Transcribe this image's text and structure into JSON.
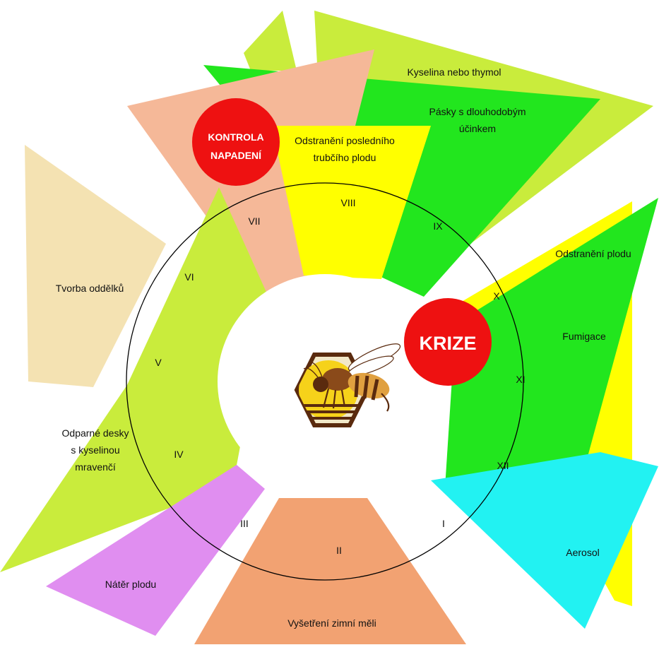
{
  "colors": {
    "lime": "#c9ec3c",
    "green": "#22e61e",
    "yellow": "#ffff00",
    "peach": "#f5b898",
    "beige": "#f4e2b2",
    "violet": "#e08ef0",
    "orange": "#f2a272",
    "cyan": "#22f2f2",
    "red": "#ee1111",
    "circle_line": "#000000"
  },
  "treatments": {
    "kyselina": "Kyselina nebo thymol",
    "pasky_1": "Pásky s dlouhodobým",
    "pasky_2": "účinkem",
    "odstraneni_trubci_1": "Odstranění posledního",
    "odstraneni_trubci_2": "trubčího plodu",
    "odstraneni_plodu": "Odstranění plodu",
    "fumigace": "Fumigace",
    "aerosol": "Aerosol",
    "tvorba": "Tvorba oddělků",
    "odparne_1": "Odparné desky",
    "odparne_2": "s kyselinou",
    "odparne_3": "mravenčí",
    "nater": "Nátěr plodu",
    "vysetreni": "Vyšetření zimní měli"
  },
  "badges": {
    "kontrola_1": "KONTROLA",
    "kontrola_2": "NAPADENÍ",
    "krize": "KRIZE"
  },
  "months": [
    "I",
    "II",
    "III",
    "IV",
    "V",
    "VI",
    "VII",
    "VIII",
    "IX",
    "X",
    "XI",
    "XII"
  ],
  "center_icon": "bee-hexagon-logo-icon"
}
